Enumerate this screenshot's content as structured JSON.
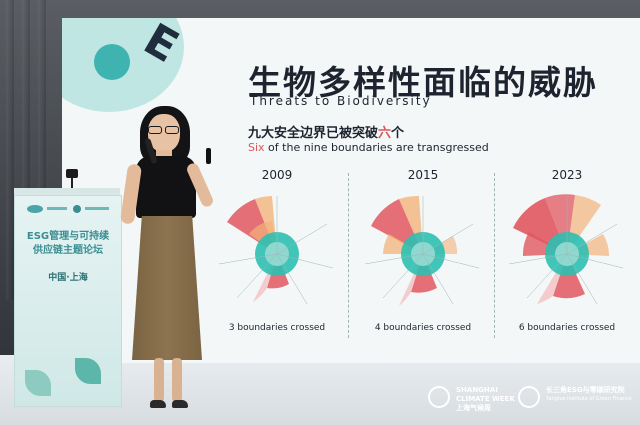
{
  "slide": {
    "title_cn": "生物多样性面临的威胁",
    "title_en": "Threats to Biodiversity",
    "subtitle_cn_before": "九大安全边界已被突破",
    "subtitle_cn_highlight": "六",
    "subtitle_cn_after": "个",
    "subtitle_en_highlight": "Six",
    "subtitle_en_rest": " of the nine boundaries are transgressed",
    "panels": [
      {
        "year": "2009",
        "caption": "3 boundaries crossed"
      },
      {
        "year": "2015",
        "caption": "4 boundaries crossed"
      },
      {
        "year": "2023",
        "caption": "6 boundaries crossed"
      }
    ],
    "colors": {
      "teal": "#2ebfb1",
      "red": "#e0575f",
      "amber": "#f2b37a",
      "background": "#f4f7f7"
    }
  },
  "banner": {
    "title_line1": "ESG管理与可持续",
    "title_line2": "供应链主题论坛",
    "location": "中国·上海"
  },
  "footer": {
    "left_line1": "SHANGHAI",
    "left_line2": "CLIMATE WEEK",
    "left_line3": "上海气候周",
    "right_line1": "长三角ESG与零碳研究院",
    "right_line2": "Yangtze Institute of Green Finance"
  }
}
